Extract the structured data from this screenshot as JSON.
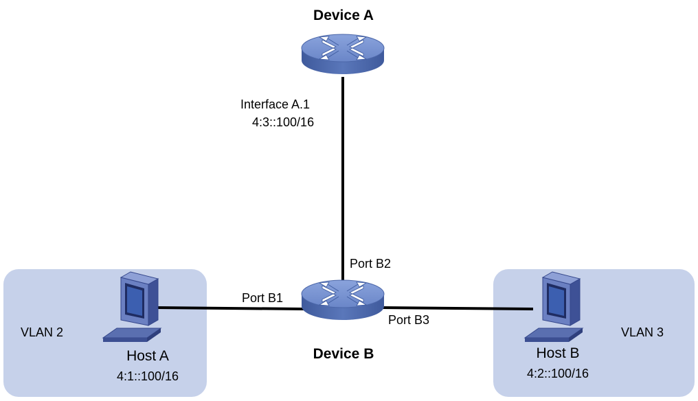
{
  "device_a": {
    "name": "Device A"
  },
  "device_b": {
    "name": "Device B"
  },
  "interface_a1": {
    "name": "Interface A.1",
    "address": "4:3::100/16"
  },
  "ports": {
    "b1": "Port B1",
    "b2": "Port B2",
    "b3": "Port B3"
  },
  "host_a": {
    "name": "Host A",
    "address": "4:1::100/16"
  },
  "host_b": {
    "name": "Host B",
    "address": "4:2::100/16"
  },
  "vlans": {
    "left": "VLAN 2",
    "right": "VLAN 3"
  },
  "colors": {
    "vlan_fill": "#c6d1ea",
    "router": "#5874b8",
    "router_top": "#7a95d2",
    "link": "#000000"
  },
  "icons": {
    "router": "router-icon",
    "host": "computer-icon"
  }
}
